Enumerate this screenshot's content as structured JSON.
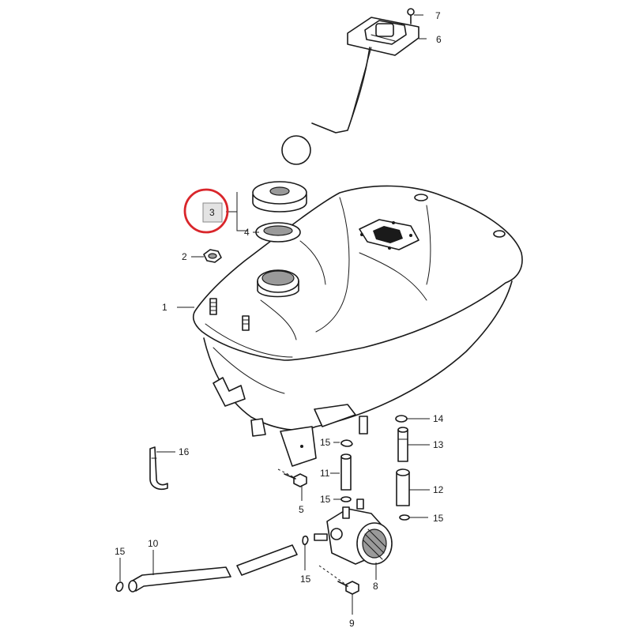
{
  "callouts": {
    "c1": "1",
    "c2": "2",
    "c3": "3",
    "c4": "4",
    "c5": "5",
    "c6": "6",
    "c7": "7",
    "c8": "8",
    "c9": "9",
    "c10": "10",
    "c11": "11",
    "c12": "12",
    "c13": "13",
    "c14": "14",
    "c15a": "15",
    "c15b": "15",
    "c15c": "15",
    "c15d": "15",
    "c15e": "15",
    "c16": "16"
  },
  "highlight": {
    "target": "3",
    "ring_color": "#d9262b"
  }
}
